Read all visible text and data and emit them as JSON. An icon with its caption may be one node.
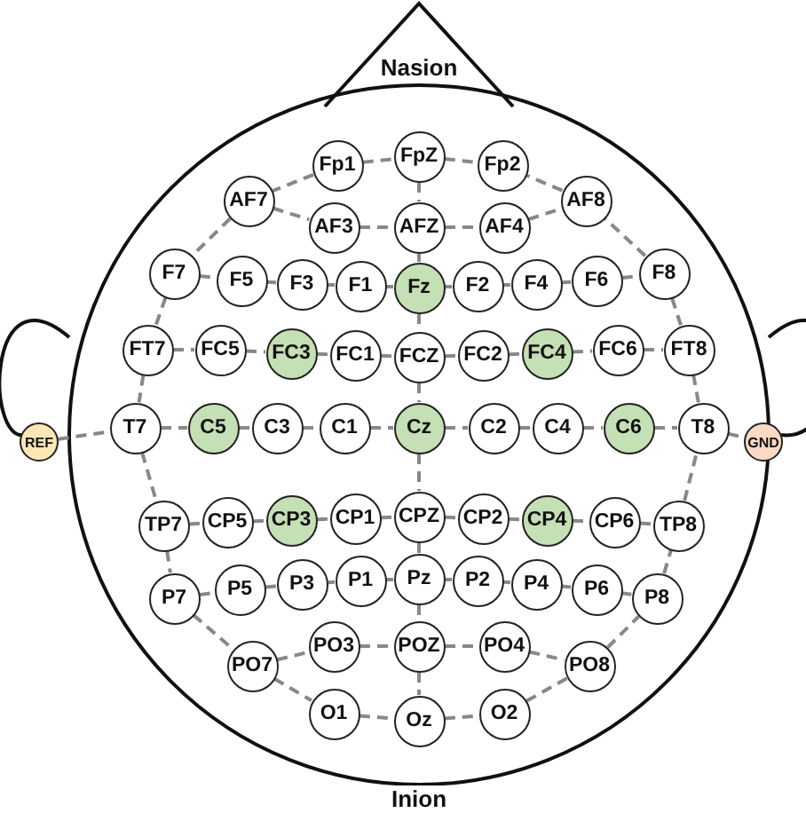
{
  "diagram": {
    "nodes": [
      {
        "text": [
          "Fp1"
        ]
      },
      {
        "text": [
          "FpZ"
        ]
      },
      {
        "text": [
          "Fp2"
        ]
      },
      {
        "text": [
          "AF7"
        ]
      },
      {
        "text": [
          "AF3"
        ]
      },
      {
        "text": [
          "AFZ"
        ]
      },
      {
        "text": [
          "AF4"
        ]
      },
      {
        "text": [
          "AF8"
        ]
      },
      {
        "text": [
          "F7"
        ]
      },
      {
        "text": [
          "F5"
        ]
      },
      {
        "text": [
          "F3"
        ]
      },
      {
        "text": [
          "F1"
        ]
      },
      {
        "text": [
          "Fz"
        ]
      },
      {
        "text": [
          "F2"
        ]
      },
      {
        "text": [
          "F4"
        ]
      },
      {
        "text": [
          "F6"
        ]
      },
      {
        "text": [
          "F8"
        ]
      },
      {
        "text": [
          "FT7"
        ]
      },
      {
        "text": [
          "FC5"
        ]
      },
      {
        "text": [
          "FC3"
        ]
      },
      {
        "text": [
          "FC1"
        ]
      },
      {
        "text": [
          "FCZ"
        ]
      },
      {
        "text": [
          "FC2"
        ]
      },
      {
        "text": [
          "FC4"
        ]
      },
      {
        "text": [
          "FC6"
        ]
      },
      {
        "text": [
          "FT8"
        ]
      },
      {
        "text": [
          "REF"
        ]
      },
      {
        "text": [
          "T7"
        ]
      },
      {
        "text": [
          "C5"
        ]
      },
      {
        "text": [
          "C3"
        ]
      },
      {
        "text": [
          "C1"
        ]
      },
      {
        "text": [
          "Cz"
        ]
      },
      {
        "text": [
          "C2"
        ]
      },
      {
        "text": [
          "C4"
        ]
      },
      {
        "text": [
          "C6"
        ]
      },
      {
        "text": [
          "T8"
        ]
      },
      {
        "text": [
          "GND"
        ]
      },
      {
        "text": [
          "TP7"
        ]
      },
      {
        "text": [
          "CP5"
        ]
      },
      {
        "text": [
          "CP3"
        ]
      },
      {
        "text": [
          "CP1"
        ]
      },
      {
        "text": [
          "CPZ"
        ]
      },
      {
        "text": [
          "CP2"
        ]
      },
      {
        "text": [
          "CP4"
        ]
      },
      {
        "text": [
          "CP6"
        ]
      },
      {
        "text": [
          "TP8"
        ]
      },
      {
        "text": [
          "P7"
        ]
      },
      {
        "text": [
          "P5"
        ]
      },
      {
        "text": [
          "P3"
        ]
      },
      {
        "text": [
          "P1"
        ]
      },
      {
        "text": [
          "Pz"
        ]
      },
      {
        "text": [
          "P2"
        ]
      },
      {
        "text": [
          "P4"
        ]
      },
      {
        "text": [
          "P6"
        ]
      },
      {
        "text": [
          "P8"
        ]
      },
      {
        "text": [
          "PO7"
        ]
      },
      {
        "text": [
          "PO3"
        ]
      },
      {
        "text": [
          "POZ"
        ]
      },
      {
        "text": [
          "PO4"
        ]
      },
      {
        "text": [
          "PO8"
        ]
      },
      {
        "text": [
          "O1"
        ]
      },
      {
        "text": [
          "Oz"
        ]
      },
      {
        "text": [
          "O2"
        ]
      }
    ],
    "edges": [
      {
        "from": 0,
        "to": 1,
        "arrow": "none",
        "style": "dashed"
      },
      {
        "from": 1,
        "to": 2,
        "arrow": "none",
        "style": "dashed"
      },
      {
        "from": 3,
        "to": 4,
        "arrow": "none",
        "style": "dashed"
      },
      {
        "from": 4,
        "to": 5,
        "arrow": "none",
        "style": "dashed"
      },
      {
        "from": 5,
        "to": 6,
        "arrow": "none",
        "style": "dashed"
      },
      {
        "from": 6,
        "to": 7,
        "arrow": "none",
        "style": "dashed"
      },
      {
        "from": 8,
        "to": 9,
        "arrow": "none",
        "style": "dashed"
      },
      {
        "from": 9,
        "to": 10,
        "arrow": "none",
        "style": "dashed"
      },
      {
        "from": 10,
        "to": 11,
        "arrow": "none",
        "style": "dashed"
      },
      {
        "from": 11,
        "to": 12,
        "arrow": "none",
        "style": "dashed"
      },
      {
        "from": 12,
        "to": 13,
        "arrow": "none",
        "style": "dashed"
      },
      {
        "from": 13,
        "to": 14,
        "arrow": "none",
        "style": "dashed"
      },
      {
        "from": 14,
        "to": 15,
        "arrow": "none",
        "style": "dashed"
      },
      {
        "from": 15,
        "to": 16,
        "arrow": "none",
        "style": "dashed"
      },
      {
        "from": 17,
        "to": 18,
        "arrow": "none",
        "style": "dashed"
      },
      {
        "from": 18,
        "to": 19,
        "arrow": "none",
        "style": "dashed"
      },
      {
        "from": 19,
        "to": 20,
        "arrow": "none",
        "style": "dashed"
      },
      {
        "from": 20,
        "to": 21,
        "arrow": "none",
        "style": "dashed"
      },
      {
        "from": 21,
        "to": 22,
        "arrow": "none",
        "style": "dashed"
      },
      {
        "from": 22,
        "to": 23,
        "arrow": "none",
        "style": "dashed"
      },
      {
        "from": 23,
        "to": 24,
        "arrow": "none",
        "style": "dashed"
      },
      {
        "from": 24,
        "to": 25,
        "arrow": "none",
        "style": "dashed"
      },
      {
        "from": 26,
        "to": 27,
        "arrow": "none",
        "style": "dashed"
      },
      {
        "from": 27,
        "to": 28,
        "arrow": "none",
        "style": "dashed"
      },
      {
        "from": 28,
        "to": 29,
        "arrow": "none",
        "style": "dashed"
      },
      {
        "from": 29,
        "to": 30,
        "arrow": "none",
        "style": "dashed"
      },
      {
        "from": 30,
        "to": 31,
        "arrow": "none",
        "style": "dashed"
      },
      {
        "from": 31,
        "to": 32,
        "arrow": "none",
        "style": "dashed"
      },
      {
        "from": 32,
        "to": 33,
        "arrow": "none",
        "style": "dashed"
      },
      {
        "from": 33,
        "to": 34,
        "arrow": "none",
        "style": "dashed"
      },
      {
        "from": 34,
        "to": 35,
        "arrow": "none",
        "style": "dashed"
      },
      {
        "from": 35,
        "to": 36,
        "arrow": "none",
        "style": "dashed"
      },
      {
        "from": 37,
        "to": 38,
        "arrow": "none",
        "style": "dashed"
      },
      {
        "from": 38,
        "to": 39,
        "arrow": "none",
        "style": "dashed"
      },
      {
        "from": 39,
        "to": 40,
        "arrow": "none",
        "style": "dashed"
      },
      {
        "from": 40,
        "to": 41,
        "arrow": "none",
        "style": "dashed"
      },
      {
        "from": 41,
        "to": 42,
        "arrow": "none",
        "style": "dashed"
      },
      {
        "from": 42,
        "to": 43,
        "arrow": "none",
        "style": "dashed"
      },
      {
        "from": 43,
        "to": 44,
        "arrow": "none",
        "style": "dashed"
      },
      {
        "from": 44,
        "to": 45,
        "arrow": "none",
        "style": "dashed"
      },
      {
        "from": 46,
        "to": 47,
        "arrow": "none",
        "style": "dashed"
      },
      {
        "from": 47,
        "to": 48,
        "arrow": "none",
        "style": "dashed"
      },
      {
        "from": 48,
        "to": 49,
        "arrow": "none",
        "style": "dashed"
      },
      {
        "from": 49,
        "to": 50,
        "arrow": "none",
        "style": "dashed"
      },
      {
        "from": 50,
        "to": 51,
        "arrow": "none",
        "style": "dashed"
      },
      {
        "from": 51,
        "to": 52,
        "arrow": "none",
        "style": "dashed"
      },
      {
        "from": 52,
        "to": 53,
        "arrow": "none",
        "style": "dashed"
      },
      {
        "from": 53,
        "to": 54,
        "arrow": "none",
        "style": "dashed"
      },
      {
        "from": 55,
        "to": 56,
        "arrow": "none",
        "style": "dashed"
      },
      {
        "from": 56,
        "to": 57,
        "arrow": "none",
        "style": "dashed"
      },
      {
        "from": 57,
        "to": 58,
        "arrow": "none",
        "style": "dashed"
      },
      {
        "from": 58,
        "to": 59,
        "arrow": "none",
        "style": "dashed"
      },
      {
        "from": 60,
        "to": 61,
        "arrow": "none",
        "style": "dashed"
      },
      {
        "from": 61,
        "to": 62,
        "arrow": "none",
        "style": "dashed"
      },
      {
        "from": 0,
        "to": 3,
        "arrow": "none",
        "style": "dashed"
      },
      {
        "from": 3,
        "to": 8,
        "arrow": "none",
        "style": "dashed"
      },
      {
        "from": 8,
        "to": 17,
        "arrow": "none",
        "style": "dashed"
      },
      {
        "from": 17,
        "to": 27,
        "arrow": "none",
        "style": "dashed"
      },
      {
        "from": 27,
        "to": 37,
        "arrow": "none",
        "style": "dashed"
      },
      {
        "from": 37,
        "to": 46,
        "arrow": "none",
        "style": "dashed"
      },
      {
        "from": 46,
        "to": 55,
        "arrow": "none",
        "style": "dashed"
      },
      {
        "from": 55,
        "to": 60,
        "arrow": "none",
        "style": "dashed"
      },
      {
        "from": 62,
        "to": 59,
        "arrow": "none",
        "style": "dashed"
      },
      {
        "from": 59,
        "to": 54,
        "arrow": "none",
        "style": "dashed"
      },
      {
        "from": 54,
        "to": 45,
        "arrow": "none",
        "style": "dashed"
      },
      {
        "from": 45,
        "to": 35,
        "arrow": "none",
        "style": "dashed"
      },
      {
        "from": 35,
        "to": 25,
        "arrow": "none",
        "style": "dashed"
      },
      {
        "from": 25,
        "to": 16,
        "arrow": "none",
        "style": "dashed"
      },
      {
        "from": 16,
        "to": 7,
        "arrow": "none",
        "style": "dashed"
      },
      {
        "from": 7,
        "to": 2,
        "arrow": "none",
        "style": "dashed"
      },
      {
        "from": 1,
        "to": 5,
        "arrow": "none",
        "style": "dashed"
      },
      {
        "from": 5,
        "to": 12,
        "arrow": "none",
        "style": "dashed"
      },
      {
        "from": 12,
        "to": 21,
        "arrow": "none",
        "style": "dashed"
      },
      {
        "from": 21,
        "to": 31,
        "arrow": "none",
        "style": "dashed"
      },
      {
        "from": 31,
        "to": 41,
        "arrow": "none",
        "style": "dashed"
      },
      {
        "from": 41,
        "to": 50,
        "arrow": "none",
        "style": "dashed"
      },
      {
        "from": 50,
        "to": 57,
        "arrow": "none",
        "style": "dashed"
      },
      {
        "from": 57,
        "to": 61,
        "arrow": "none",
        "style": "dashed"
      }
    ],
    "labels": [
      "Nasion",
      "Inion"
    ]
  }
}
